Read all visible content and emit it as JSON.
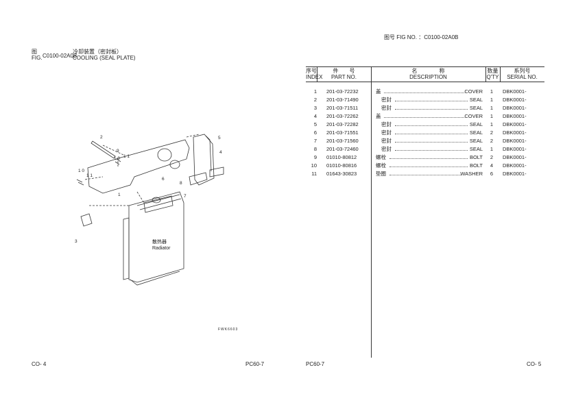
{
  "left_page": {
    "fig_cn": "图",
    "fig_en": "FIG.",
    "fig_no": "C0100-02A0B",
    "title_cn": "冷却装置（密封板）",
    "title_en": "COOLING (SEAL PLATE)",
    "diagram_label_cn": "散热器",
    "diagram_label_en": "Radiator",
    "callouts": [
      "1",
      "2",
      "3",
      "4",
      "5",
      "6",
      "7",
      "8",
      "9",
      "10",
      "11",
      "10",
      "11"
    ],
    "drawing_code": "FWK6603",
    "page_no": "CO- 4",
    "model": "PC60-7"
  },
  "right_page": {
    "header_fig": "图号 FIG NO.  ：C0100-02A0B",
    "columns": {
      "index_cn": "序号",
      "index_en": "INDEX",
      "part_cn": "件　　号",
      "part_en": "PART NO.",
      "desc_cn": "名　　　　称",
      "desc_en": "DESCRIPTION",
      "qty_cn": "数量",
      "qty_en": "Q'TY",
      "serial_cn": "系列号",
      "serial_en": "SERIAL NO."
    },
    "rows": [
      {
        "index": "1",
        "part": "201-03-72232",
        "cn": "盖",
        "en": "COVER",
        "indent": false,
        "qty": "1",
        "serial": "DBK0001-"
      },
      {
        "index": "2",
        "part": "201-03-71490",
        "cn": "密封",
        "en": "SEAL",
        "indent": true,
        "qty": "1",
        "serial": "DBK0001-"
      },
      {
        "index": "3",
        "part": "201-03-71511",
        "cn": "密封",
        "en": "SEAL",
        "indent": true,
        "qty": "1",
        "serial": "DBK0001-"
      },
      {
        "index": "4",
        "part": "201-03-72262",
        "cn": "盖",
        "en": "COVER",
        "indent": false,
        "qty": "1",
        "serial": "DBK0001-"
      },
      {
        "index": "5",
        "part": "201-03-72282",
        "cn": "密封",
        "en": "SEAL",
        "indent": true,
        "qty": "1",
        "serial": "DBK0001-"
      },
      {
        "index": "6",
        "part": "201-03-71551",
        "cn": "密封",
        "en": "SEAL",
        "indent": true,
        "qty": "2",
        "serial": "DBK0001-"
      },
      {
        "index": "7",
        "part": "201-03-71560",
        "cn": "密封",
        "en": "SEAL",
        "indent": true,
        "qty": "2",
        "serial": "DBK0001-"
      },
      {
        "index": "8",
        "part": "201-03-72460",
        "cn": "密封",
        "en": "SEAL",
        "indent": true,
        "qty": "1",
        "serial": "DBK0001-"
      },
      {
        "index": "9",
        "part": "01010-80812",
        "cn": "螺栓",
        "en": "BOLT",
        "indent": false,
        "qty": "2",
        "serial": "DBK0001-"
      },
      {
        "index": "10",
        "part": "01010-80816",
        "cn": "螺栓",
        "en": "BOLT",
        "indent": false,
        "qty": "4",
        "serial": "DBK0001-"
      },
      {
        "index": "11",
        "part": "01643-30823",
        "cn": "垫圈",
        "en": "WASHER",
        "indent": false,
        "qty": "6",
        "serial": "DBK0001-"
      }
    ],
    "model": "PC60-7",
    "page_no": "CO- 5"
  }
}
